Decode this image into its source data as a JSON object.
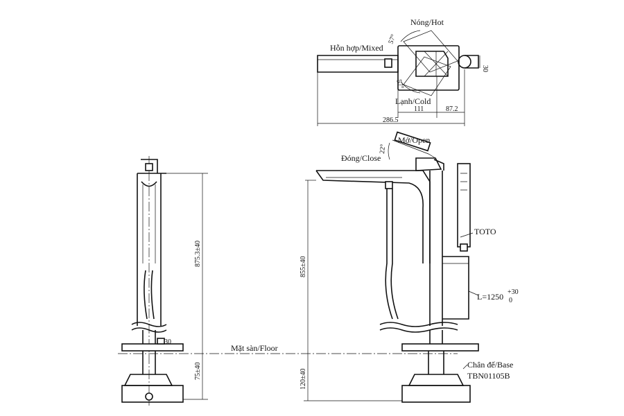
{
  "labels": {
    "hot": "Nóng/Hot",
    "mixed": "Hỗn hợp/Mixed",
    "cold": "Lạnh/Cold",
    "open": "Mở/Open",
    "close": "Đóng/Close",
    "brand": "TOTO",
    "floor": "Mặt sàn/Floor",
    "base": "Chân đế/Base",
    "model": "TBN01105B",
    "hose_length_prefix": "L=1250",
    "hose_tol_plus": "+30",
    "hose_tol_minus": "0"
  },
  "dimensions": {
    "angle_hot": "57°",
    "angle_cold": "57°",
    "angle_open": "22°",
    "d111": "111",
    "d87": "87.2",
    "d286": "286.5",
    "d30_top": "30",
    "d30_side": "30",
    "d875": "875.3±40",
    "d855": "855±40",
    "d75": "75±40",
    "d120": "120±40"
  }
}
